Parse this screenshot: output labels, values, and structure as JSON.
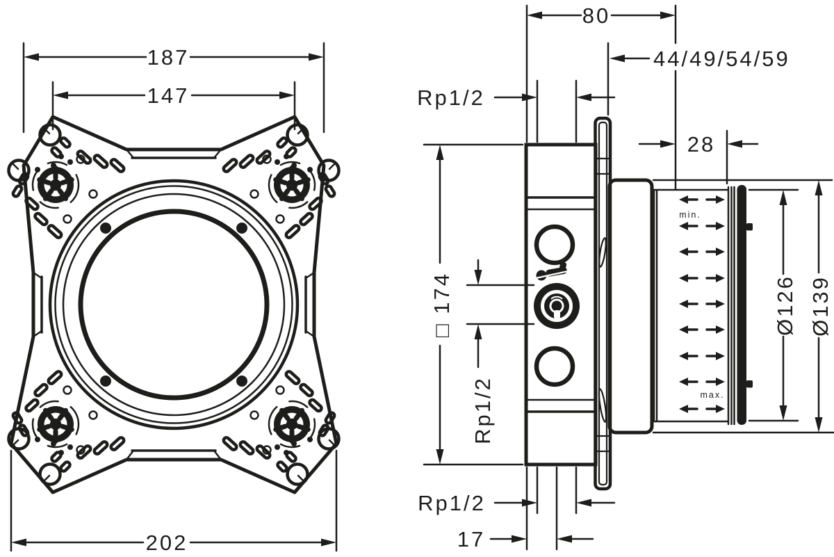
{
  "drawing": {
    "front_view": {
      "width_top": "187",
      "width_holes": "147",
      "width_bottom": "202"
    },
    "side_view": {
      "depth_total": "80",
      "depth_variants": "44/49/54/59",
      "thread_top": "Rp1/2",
      "tile_zone": "28",
      "height_square": "□ 174",
      "thread_side": "Rp1/2",
      "dia_seal": "Ø126",
      "dia_flange": "Ø139",
      "thread_bottom": "Rp1/2",
      "offset_rear": "17",
      "plaster_min": "min.",
      "plaster_max": "max."
    }
  }
}
